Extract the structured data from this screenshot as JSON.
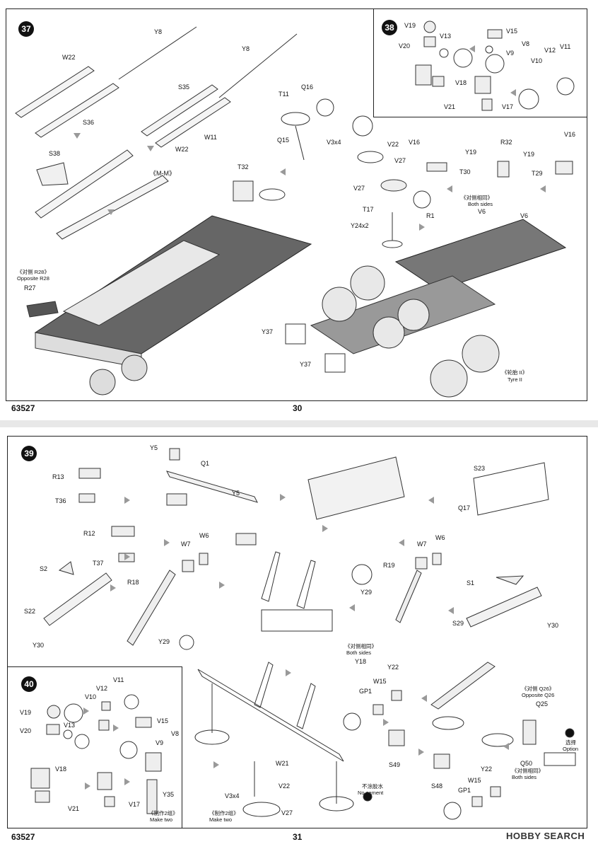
{
  "page30": {
    "code": "63527",
    "number": "30",
    "step37": {
      "num": "37",
      "labels": {
        "y8a": "Y8",
        "y8b": "Y8",
        "w22a": "W22",
        "w22b": "W22",
        "s36": "S36",
        "s35": "S35",
        "s38": "S38",
        "w11": "W11",
        "mm": "《M-M》",
        "t32": "T32",
        "opp_cn": "《对侧 R28》",
        "opp_en": "Opposite R28",
        "r27": "R27",
        "t11": "T11",
        "q16": "Q16",
        "q15": "Q15",
        "v3x4": "V3x4",
        "v22": "V22",
        "v27a": "V27",
        "v16a": "V16",
        "y19a": "Y19",
        "t30": "T30",
        "r32": "R32",
        "v16b": "V16",
        "y19b": "Y19",
        "t29": "T29",
        "v27b": "V27",
        "t17": "T17",
        "r1": "R1",
        "both_cn": "《对侧相同》",
        "both_en": "Both sides",
        "v6a": "V6",
        "v6b": "V6",
        "y24": "Y24x2",
        "y37a": "Y37",
        "y37b": "Y37",
        "tyre_cn": "《轮胎 II》",
        "tyre_en": "Tyre II"
      }
    },
    "step38": {
      "num": "38",
      "labels": {
        "v19": "V19",
        "v20": "V20",
        "v13": "V13",
        "v15": "V15",
        "v8": "V8",
        "v9": "V9",
        "v12": "V12",
        "v11": "V11",
        "v10": "V10",
        "v18": "V18",
        "v21": "V21",
        "v17": "V17"
      }
    }
  },
  "page31": {
    "code": "63527",
    "number": "31",
    "step39": {
      "num": "39",
      "labels": {
        "y5a": "Y5",
        "q1": "Q1",
        "y5b": "Y5",
        "r13": "R13",
        "t36": "T36",
        "s23": "S23",
        "q17": "Q17",
        "r12": "R12",
        "t37": "T37",
        "w7a": "W7",
        "w6a": "W6",
        "w7b": "W7",
        "w6b": "W6",
        "s2": "S2",
        "r18": "R18",
        "r19": "R19",
        "y29a": "Y29",
        "s1": "S1",
        "s22": "S22",
        "y29b": "Y29",
        "s29": "S29",
        "y30a": "Y30",
        "y30b": "Y30",
        "both_cn": "《对侧相同》",
        "both_en": "Both sides",
        "y18": "Y18"
      }
    },
    "step40": {
      "num": "40",
      "labels": {
        "v11": "V11",
        "v12": "V12",
        "v10": "V10",
        "v19": "V19",
        "v13": "V13",
        "v20": "V20",
        "v15": "V15",
        "v8": "V8",
        "v9": "V9",
        "v18": "V18",
        "v21": "V21",
        "v17": "V17",
        "y35": "Y35",
        "make2_cn": "《制作2组》",
        "make2_en": "Make two"
      }
    },
    "lower": {
      "labels": {
        "y22a": "Y22",
        "w15a": "W15",
        "gp1a": "GP1",
        "s49": "S49",
        "w21": "W21",
        "v22": "V22",
        "v3x4": "V3x4",
        "v27": "V27",
        "make2_cn": "《制作2组》",
        "make2_en": "Make two",
        "nocement_cn": "不涂胶水",
        "nocement_en": "No cement",
        "opp_cn": "《对侧 Q26》",
        "opp_en": "Opposite Q26",
        "q25": "Q25",
        "option_cn": "选择",
        "option_en": "Option",
        "q50": "Q50",
        "both_cn": "《对侧相同》",
        "both_en": "Both sides",
        "s48": "S48",
        "y22b": "Y22",
        "w15b": "W15",
        "gp1b": "GP1"
      }
    }
  },
  "watermark": "HOBBY SEARCH"
}
